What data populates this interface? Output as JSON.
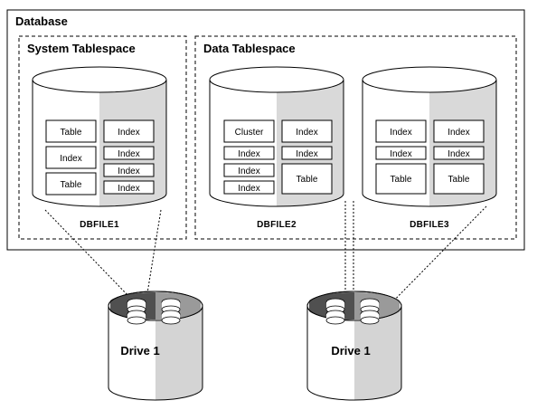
{
  "database": {
    "title": "Database"
  },
  "system_tablespace": {
    "title": "System Tablespace",
    "dbfile1": {
      "label": "DBFILE1",
      "left_cells": [
        "Table",
        "Index",
        "Table"
      ],
      "right_cells": [
        "Index",
        "Index",
        "Index",
        "Index"
      ]
    }
  },
  "data_tablespace": {
    "title": "Data Tablespace",
    "dbfile2": {
      "label": "DBFILE2",
      "left_cells": [
        "Cluster",
        "Index",
        "Index",
        "Index"
      ],
      "right_cells": [
        "Index",
        "Index",
        "Table"
      ]
    },
    "dbfile3": {
      "label": "DBFILE3",
      "left_cells": [
        "Index",
        "Index",
        "Table"
      ],
      "right_cells": [
        "Index",
        "Index",
        "Table"
      ]
    }
  },
  "drives": [
    {
      "label": "Drive 1"
    },
    {
      "label": "Drive 1"
    }
  ],
  "colors": {
    "line": "#000000",
    "cylinder_shade": "#d9d9d9",
    "drive_dark": "#808080",
    "drive_shade": "#d4d4d4"
  }
}
